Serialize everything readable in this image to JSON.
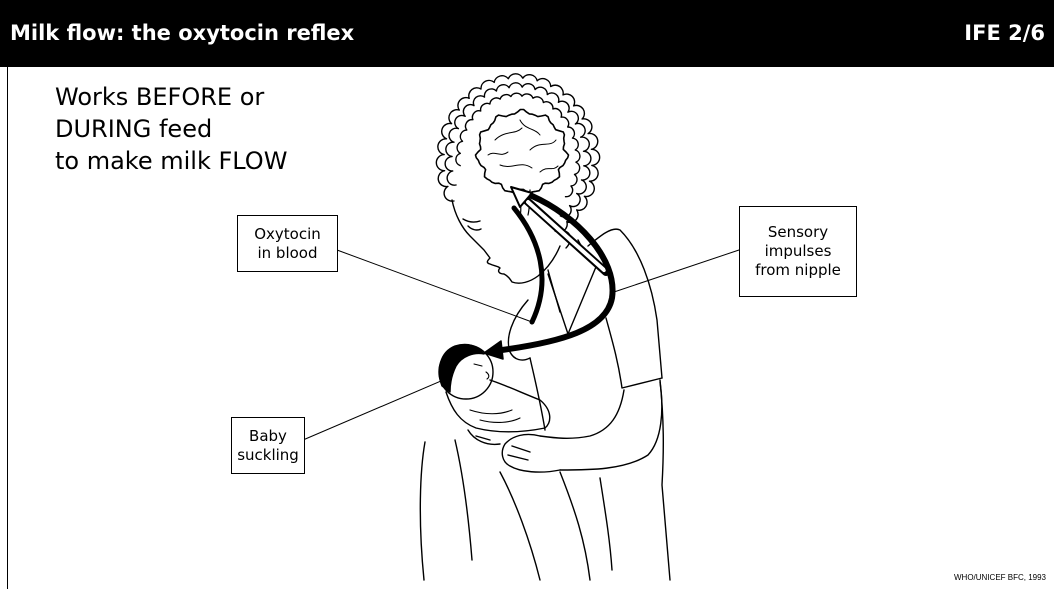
{
  "header": {
    "title": "Milk flow: the oxytocin reflex",
    "slide_code": "IFE 2/6"
  },
  "intro_text": [
    "Works BEFORE or",
    "DURING feed",
    "to make milk FLOW"
  ],
  "labels": {
    "oxytocin": [
      "Oxytocin",
      "in blood"
    ],
    "sensory": [
      "Sensory",
      "impulses",
      "from nipple"
    ],
    "baby": [
      "Baby",
      "suckling"
    ]
  },
  "credit": "WHO/UNICEF BFC, 1993",
  "colors": {
    "header_background": "#000000",
    "header_text": "#ffffff",
    "line_art": "#000000",
    "background": "#ffffff"
  }
}
